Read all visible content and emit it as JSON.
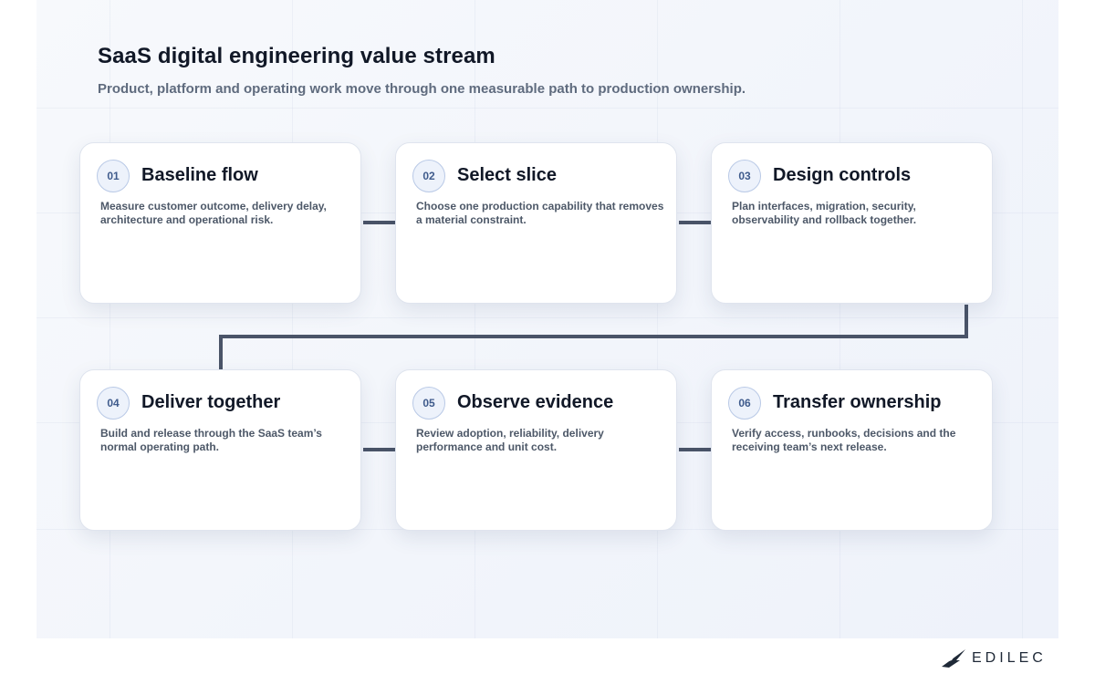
{
  "header": {
    "title": "SaaS digital engineering value stream",
    "subtitle": "Product, platform and operating work move through one measurable path to production ownership."
  },
  "steps": [
    {
      "number": "01",
      "title": "Baseline flow",
      "description": "Measure customer outcome, delivery delay, architecture and operational risk."
    },
    {
      "number": "02",
      "title": "Select slice",
      "description": "Choose one production capability that removes a material constraint."
    },
    {
      "number": "03",
      "title": "Design controls",
      "description": "Plan interfaces, migration, security, observability and rollback together."
    },
    {
      "number": "04",
      "title": "Deliver together",
      "description": "Build and release through the SaaS team’s normal operating path."
    },
    {
      "number": "05",
      "title": "Observe evidence",
      "description": "Review adoption, reliability, delivery performance and unit cost."
    },
    {
      "number": "06",
      "title": "Transfer ownership",
      "description": "Verify access, runbooks, decisions and the receiving team’s next release."
    }
  ],
  "brand": {
    "logo_text": "EDILEC"
  },
  "colors": {
    "connector": "#4a5468",
    "badge_text": "#3f5b8c",
    "badge_border": "#b9c9e6"
  }
}
